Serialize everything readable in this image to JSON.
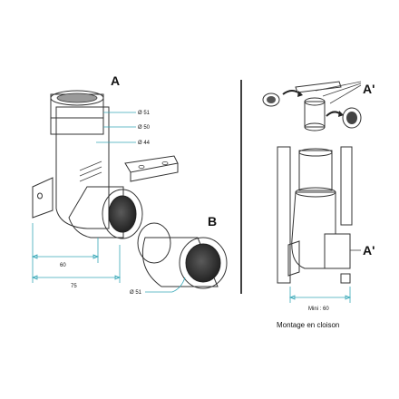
{
  "labels": {
    "part_a": "A",
    "part_b": "B",
    "part_a_prime_top": "A'",
    "part_a_prime_side": "A'"
  },
  "diameters": {
    "d51": "Ø 51",
    "d50": "Ø 50",
    "d44": "Ø 44",
    "d51_sleeve": "Ø 51"
  },
  "dimensions": {
    "dim_60": "60",
    "dim_75": "75",
    "mini_60": "Mini : 60"
  },
  "caption": "Montage en cloison",
  "colors": {
    "dimension_line": "#38a8b8",
    "outline": "#333333",
    "pipe_fill": "#e9e9e9",
    "pipe_inner": "#2e2e2e"
  }
}
